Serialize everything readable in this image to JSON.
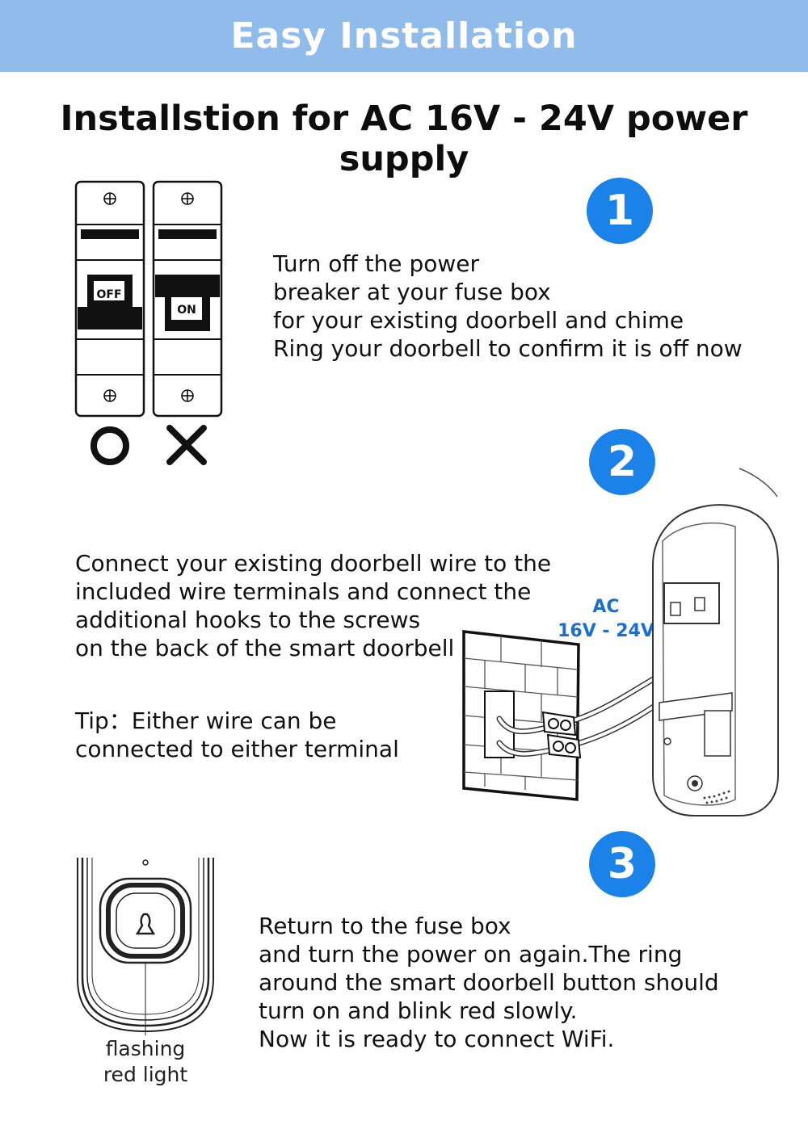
{
  "header": {
    "title": "Easy Installation",
    "subtitle": "Installstion for AC 16V - 24V power supply"
  },
  "colors": {
    "banner": "#8fbcea",
    "badge": "#1a82e8",
    "accent_text": "#1a6fd0"
  },
  "step1": {
    "number": "1",
    "lines": [
      "Turn off the power",
      "breaker at your fuse box",
      "for your existing doorbell and chime",
      "Ring your doorbell to confirm it is off now"
    ],
    "breaker_left_label": "OFF",
    "breaker_right_label": "ON",
    "correct_icon": "circle-icon",
    "wrong_icon": "cross-icon"
  },
  "step2": {
    "number": "2",
    "lines": [
      "Connect your existing doorbell wire to the",
      "included wire terminals and connect the",
      "additional hooks to the screws",
      "on the back of the smart doorbell"
    ],
    "tip_lines": [
      "Tip：Either wire can be",
      "connected to either terminal"
    ],
    "voltage_lines": [
      "AC",
      "16V - 24V"
    ]
  },
  "step3": {
    "number": "3",
    "lines": [
      "Return to the fuse box",
      "and turn the power on again.The ring",
      "around the smart doorbell button should",
      "turn on and blink red slowly.",
      "Now it is ready to connect WiFi."
    ],
    "caption_lines": [
      "flashing",
      "red light"
    ]
  }
}
